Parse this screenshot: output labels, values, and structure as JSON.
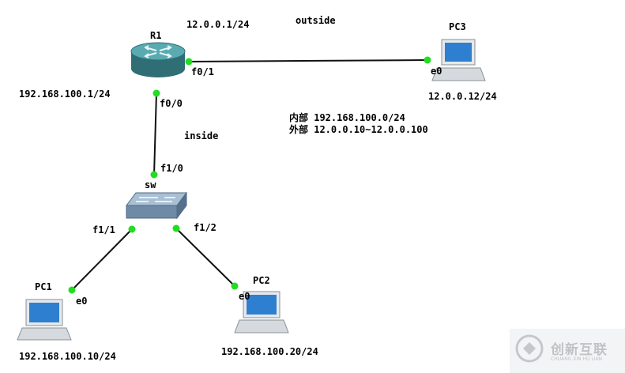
{
  "devices": {
    "r1": {
      "name": "R1"
    },
    "sw": {
      "name": "sw"
    },
    "pc1": {
      "name": "PC1"
    },
    "pc2": {
      "name": "PC2"
    },
    "pc3": {
      "name": "PC3"
    }
  },
  "interfaces": {
    "r1_f01": "f0/1",
    "r1_f00": "f0/0",
    "sw_f10": "f1/0",
    "sw_f11": "f1/1",
    "sw_f12": "f1/2",
    "pc1_e0": "e0",
    "pc2_e0": "e0",
    "pc3_e0": "e0"
  },
  "addresses": {
    "r1_outside": "12.0.0.1/24",
    "r1_inside": "192.168.100.1/24",
    "pc3": "12.0.0.12/24",
    "pc1": "192.168.100.10/24",
    "pc2": "192.168.100.20/24"
  },
  "zones": {
    "outside": "outside",
    "inside": "inside"
  },
  "nat_notes": [
    "内部 192.168.100.0/24",
    "外部 12.0.0.10~12.0.0.100"
  ],
  "watermark": {
    "brand": "创新互联",
    "sub": "CHUANG XIN HU LIAN"
  },
  "colors": {
    "link": "#111111",
    "port_dot": "#22dd22",
    "router": "#3f8d94",
    "switch": "#6f8aa6",
    "pc_screen": "#2f7fd0"
  }
}
